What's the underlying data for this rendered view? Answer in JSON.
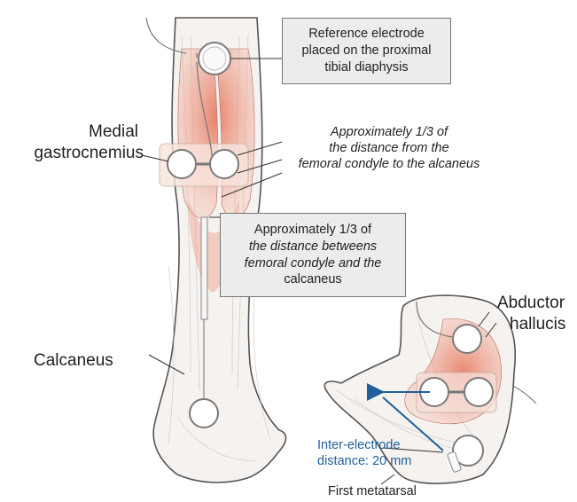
{
  "labels": {
    "reference_box": [
      "Reference electrode",
      "placed on the proximal",
      "tibial diaphysis"
    ],
    "medial": [
      "Medial",
      "gastrocnemius"
    ],
    "approx_italic": [
      "Approximately 1/3 of",
      "the distance from the",
      "femoral condyle to the alcaneus"
    ],
    "approx_box": [
      "Approximately 1/3 of",
      "the distance betweens",
      "femoral condyle and the",
      "calcaneus"
    ],
    "calcaneus": "Calcaneus",
    "abductor": [
      "Abductor",
      "hallucis"
    ],
    "inter_electrode": [
      "Inter-electrode",
      "distance: 20 mm"
    ],
    "first_metatarsal": "First metatarsal"
  },
  "colors": {
    "muscle": "#e8816a",
    "electrode_ring": "#7a7a7a",
    "arrow_blue": "#1f5f9a",
    "box_fill": "#ececec"
  }
}
